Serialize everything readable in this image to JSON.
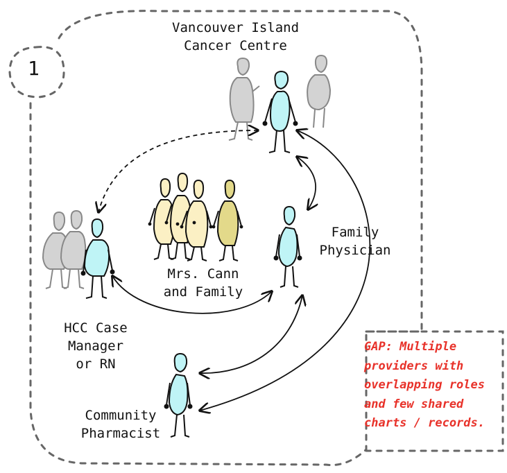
{
  "badge": "1",
  "labels": {
    "cancer_centre": [
      "Vancouver Island",
      "Cancer Centre"
    ],
    "family_physician": [
      "Family",
      "Physician"
    ],
    "patient": [
      "Mrs. Cann",
      "and Family"
    ],
    "hcc": [
      "HCC Case",
      "Manager",
      "or RN"
    ],
    "pharmacist": [
      "Community",
      "Pharmacist"
    ]
  },
  "gap_note": [
    "GAP: Multiple",
    "providers with",
    "overlapping roles",
    "and few shared",
    "charts / records."
  ],
  "colors": {
    "provider": "#bff4f6",
    "grey_person": "#d3d3d3",
    "family_light": "#fbf0c4",
    "family_dark": "#e3d98a",
    "gap_text": "#e8322a",
    "border": "#666666"
  }
}
